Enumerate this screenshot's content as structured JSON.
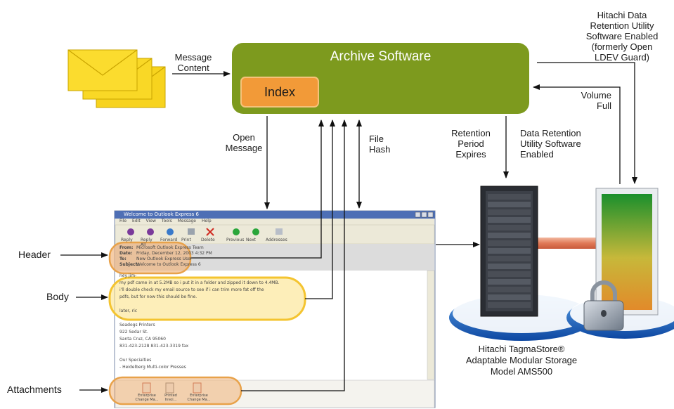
{
  "archive": {
    "title": "Archive Software",
    "index_label": "Index"
  },
  "flows": {
    "message_content": "Message\nContent",
    "open_message": "Open\nMessage",
    "file_hash": "File\nHash",
    "retention_expires": "Retention\nPeriod\nExpires",
    "data_retention_enabled": "Data Retention\nUtility Software\nEnabled",
    "volume_full": "Volume\nFull",
    "hitachi_enabled": "Hitachi Data\nRetention Utility\nSoftware Enabled\n(formerly Open\nLDEV Guard)"
  },
  "parts": {
    "header": "Header",
    "body": "Body",
    "attachments": "Attachments"
  },
  "storage": {
    "caption_line1": "Hitachi TagmaStore®",
    "caption_line2": "Adaptable Modular Storage",
    "caption_line3": "Model AMS500"
  },
  "email_window": {
    "title": "Welcome to Outlook Express 6",
    "menu": [
      "File",
      "Edit",
      "View",
      "Tools",
      "Message",
      "Help"
    ],
    "toolbar": [
      "Reply",
      "Reply All",
      "Forward",
      "Print",
      "Delete",
      "Previous",
      "Next",
      "Addresses"
    ],
    "header_fields": [
      {
        "key": "From:",
        "value": "Microsoft Outlook Express Team"
      },
      {
        "key": "Date:",
        "value": "Friday, December 12, 2003 4:32 PM"
      },
      {
        "key": "To:",
        "value": "New Outlook Express User"
      },
      {
        "key": "Subject:",
        "value": "Welcome to Outlook Express 6"
      }
    ],
    "body_lines": [
      "hey jim-",
      "my pdf came in at 5.2MB so i put it in a folder and zipped it down to 4.4MB.",
      "i'll double check my email source to see if i can trim more fat off the",
      "pdfs, but for now this should be fine.",
      "",
      "later, ric",
      "--",
      "Seadogs Printers",
      "922 Sedar St.",
      "Santa Cruz, CA 95060",
      "831-423-2128  831-423-3319 fax",
      "",
      "Our Specialties",
      "- Heidelberg Multi-color Presses"
    ],
    "attachments": [
      "Enterprise Change Ma...",
      "Printed Invoi...",
      "Enterprise Change Ma..."
    ]
  },
  "colors": {
    "archive_green": "#7d9a1e",
    "index_orange": "#f29a38",
    "highlight_orange": "#f0b27a",
    "highlight_yellow": "#fbe38a",
    "envelope": "#f7d31e",
    "connector_red": "#e08060",
    "disk_blue": "#1565c0"
  }
}
